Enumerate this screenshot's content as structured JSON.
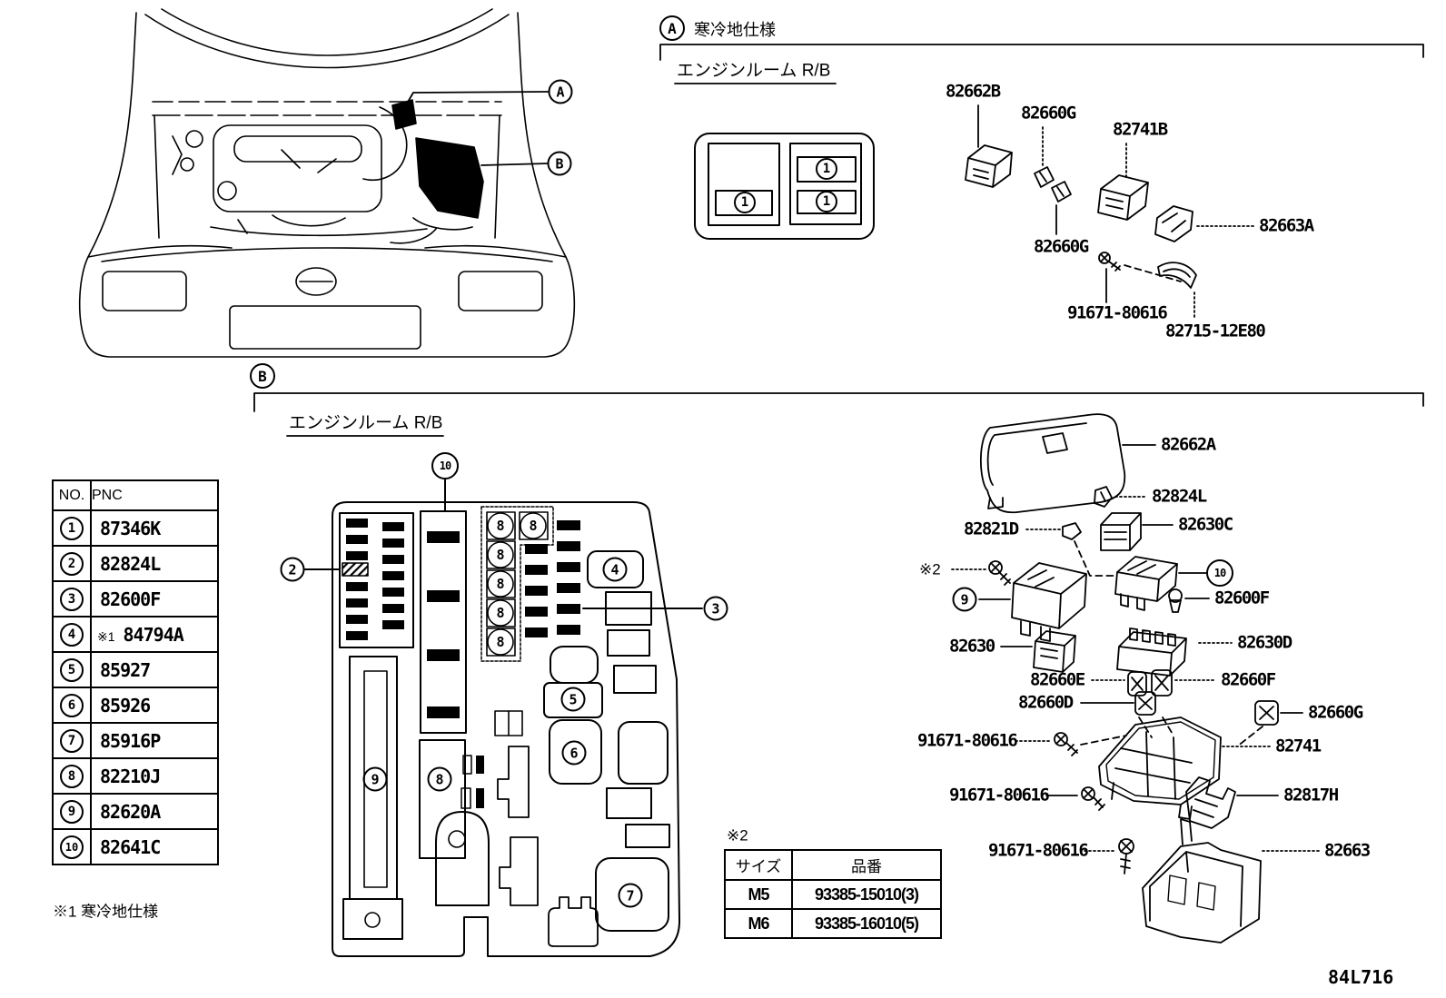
{
  "page": {
    "code": "84L716"
  },
  "callouts": {
    "a": "A",
    "b": "B",
    "n1": "1",
    "n2": "2",
    "n3": "3",
    "n4": "4",
    "n5": "5",
    "n6": "6",
    "n7": "7",
    "n8": "8",
    "n9": "9",
    "n10": "10"
  },
  "section_a": {
    "tag": "A",
    "title": "寒冷地仕様",
    "subtitle": "エンジンルーム R/B",
    "parts": {
      "relay_cover": "82662B",
      "clip_top": "82660G",
      "relay": "82741B",
      "bracket": "82663A",
      "clip_bottom": "82660G",
      "screw": "91671-80616",
      "trim": "82715-12E80"
    }
  },
  "section_b": {
    "tag": "B",
    "subtitle": "エンジンルーム R/B",
    "parts": {
      "cover": "82662A",
      "clip_82824l": "82824L",
      "clip_82821d": "82821D",
      "block_82630c": "82630C",
      "mark": "※2",
      "bulb": "82600F",
      "block_82630": "82630",
      "block_82630d": "82630D",
      "clip_e": "82660E",
      "clip_f": "82660F",
      "clip_d": "82660D",
      "clip_g": "82660G",
      "screw": "91671-80616",
      "tray": "82741",
      "bracket": "82817H",
      "lower_cover": "82663"
    }
  },
  "pnc_table": {
    "headers": [
      "NO.",
      "PNC"
    ],
    "rows": [
      {
        "no": "1",
        "pnc": "87346K"
      },
      {
        "no": "2",
        "pnc": "82824L"
      },
      {
        "no": "3",
        "pnc": "82600F"
      },
      {
        "no": "4",
        "prefix": "※1",
        "pnc": "84794A"
      },
      {
        "no": "5",
        "pnc": "85927"
      },
      {
        "no": "6",
        "pnc": "85926"
      },
      {
        "no": "7",
        "pnc": "85916P"
      },
      {
        "no": "8",
        "pnc": "82210J"
      },
      {
        "no": "9",
        "pnc": "82620A"
      },
      {
        "no": "10",
        "pnc": "82641C"
      }
    ],
    "note": "※1 寒冷地仕様"
  },
  "size_table": {
    "mark": "※2",
    "headers": [
      "サイズ",
      "品番"
    ],
    "rows": [
      {
        "size": "M5",
        "part": "93385-15010(3)"
      },
      {
        "size": "M6",
        "part": "93385-16010(5)"
      }
    ]
  }
}
